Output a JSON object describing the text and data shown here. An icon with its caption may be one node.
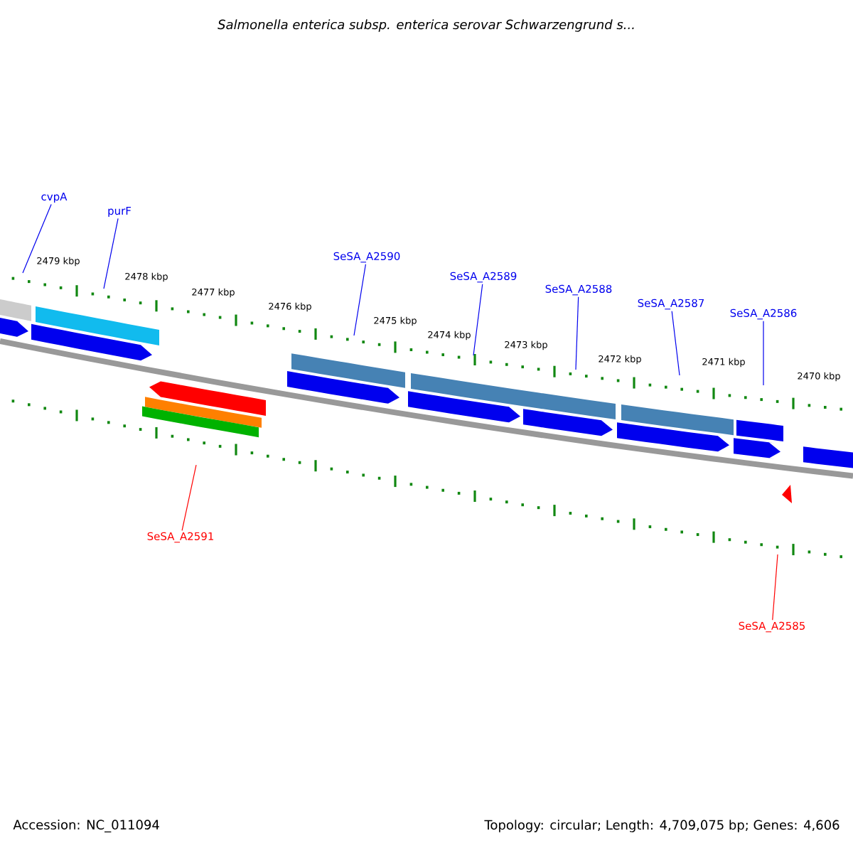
{
  "diagram": {
    "title": "Salmonella enterica subsp. enterica serovar Schwarzengrund s...",
    "nodes": [
      {
        "text": [
          "cvpA"
        ]
      },
      {
        "text": [
          "purF"
        ]
      },
      {
        "text": [
          "SeSA_A2590"
        ]
      },
      {
        "text": [
          "SeSA_A2589"
        ]
      },
      {
        "text": [
          "SeSA_A2588"
        ]
      },
      {
        "text": [
          "SeSA_A2587"
        ]
      },
      {
        "text": [
          "SeSA_A2586"
        ]
      },
      {
        "text": [
          "SeSA_A2591"
        ]
      },
      {
        "text": [
          "SeSA_A2585"
        ]
      }
    ],
    "edges": [
      {
        "from": 0,
        "to": null,
        "arrow": "none"
      },
      {
        "from": 1,
        "to": null,
        "arrow": "none"
      },
      {
        "from": 2,
        "to": null,
        "arrow": "none"
      },
      {
        "from": 3,
        "to": null,
        "arrow": "none"
      },
      {
        "from": 4,
        "to": null,
        "arrow": "none"
      },
      {
        "from": 5,
        "to": null,
        "arrow": "none"
      },
      {
        "from": 6,
        "to": null,
        "arrow": "none"
      },
      {
        "from": 7,
        "to": null,
        "arrow": "none",
        "color": "#ff0000"
      },
      {
        "from": 8,
        "to": null,
        "arrow": "none",
        "color": "#ff0000"
      }
    ],
    "labels": [
      "2479 kbp",
      "2478 kbp",
      "2477 kbp",
      "2476 kbp",
      "2475 kbp",
      "2474 kbp",
      "2473 kbp",
      "2472 kbp",
      "2471 kbp",
      "2470 kbp",
      "Accession: NC_011094",
      "Topology: circular; Length: 4,709,075 bp; Genes: 4,606"
    ]
  }
}
